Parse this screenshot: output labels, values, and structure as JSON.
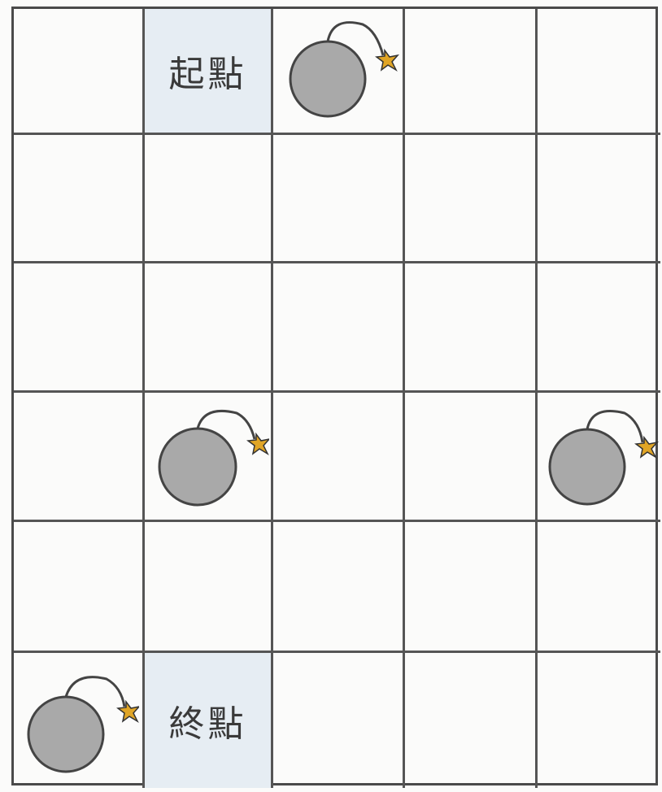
{
  "board": {
    "rows": 6,
    "cols": 5,
    "cells": [
      {
        "row": 0,
        "col": 1,
        "type": "start",
        "label": "起點"
      },
      {
        "row": 0,
        "col": 2,
        "type": "bomb"
      },
      {
        "row": 3,
        "col": 1,
        "type": "bomb"
      },
      {
        "row": 3,
        "col": 4,
        "type": "bomb"
      },
      {
        "row": 5,
        "col": 0,
        "type": "bomb"
      },
      {
        "row": 5,
        "col": 1,
        "type": "end",
        "label": "終點"
      }
    ]
  },
  "start": {
    "label": "起點"
  },
  "end": {
    "label": "終點"
  },
  "colors": {
    "grid_line": "#555555",
    "highlight": "#e6edf3",
    "bomb_body": "#a9a9a9",
    "bomb_spark": "#e0a526"
  },
  "icons": {
    "bomb": "bomb-icon"
  }
}
